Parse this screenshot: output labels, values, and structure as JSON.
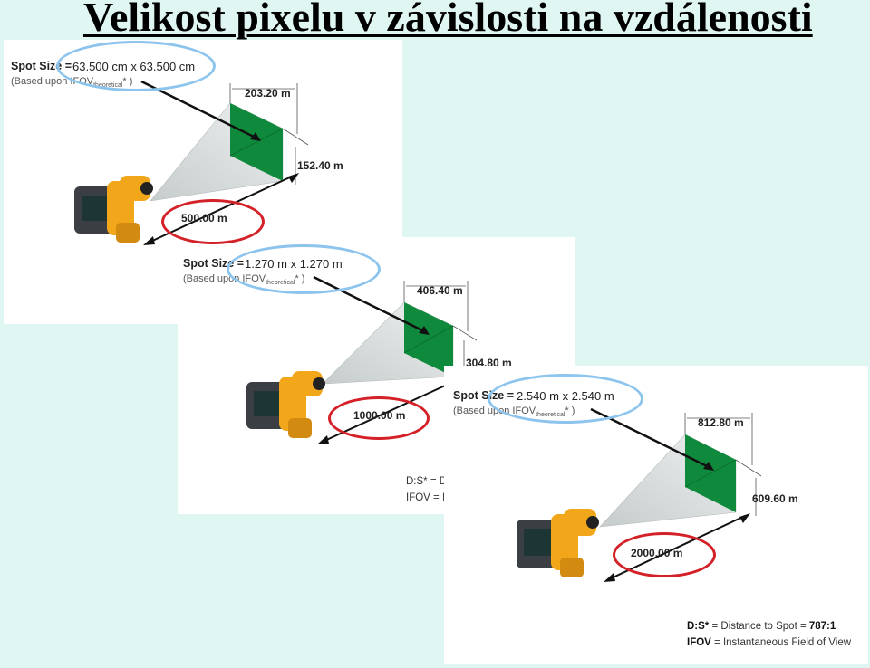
{
  "title": "Velikost pixelu v závislosti na vzdálenosti",
  "panels": [
    {
      "spot_label": "Spot Size =",
      "spot_value": "63.500 cm x 63.500 cm",
      "based_prefix": "(Based upon IFOV",
      "based_sub": "theoretical",
      "based_suffix": "* )",
      "width_label": "203.20 m",
      "height_label": "152.40 m",
      "distance_label": "500.00 m"
    },
    {
      "spot_label": "Spot Size =",
      "spot_value": "1.270 m x 1.270 m",
      "based_prefix": "(Based upon IFOV",
      "based_sub": "theoretical",
      "based_suffix": "* )",
      "width_label": "406.40 m",
      "height_label": "304.80 m",
      "distance_label": "1000.00 m",
      "ds_visible": "D:S* = D",
      "ifov_visible": "IFOV = I"
    },
    {
      "spot_label": "Spot Size =",
      "spot_value": "2.540 m x 2.540 m",
      "based_prefix": "(Based upon IFOV",
      "based_sub": "theoretical",
      "based_suffix": "* )",
      "width_label": "812.80 m",
      "height_label": "609.60 m",
      "distance_label": "2000.00 m",
      "ds_key": "D:S*",
      "ds_text": " = Distance to Spot = ",
      "ds_value": "787:1",
      "ifov_key": "IFOV",
      "ifov_text": " = Instantaneous Field of View"
    }
  ],
  "colors": {
    "background": "#dff6f2",
    "target_green": "#0f8a3c",
    "camera_yellow": "#f2a71b",
    "highlight_blue": "#8cc4ee",
    "highlight_red": "#d42027"
  },
  "icons": [
    "thermal-camera-icon",
    "target-rectangle-icon"
  ]
}
